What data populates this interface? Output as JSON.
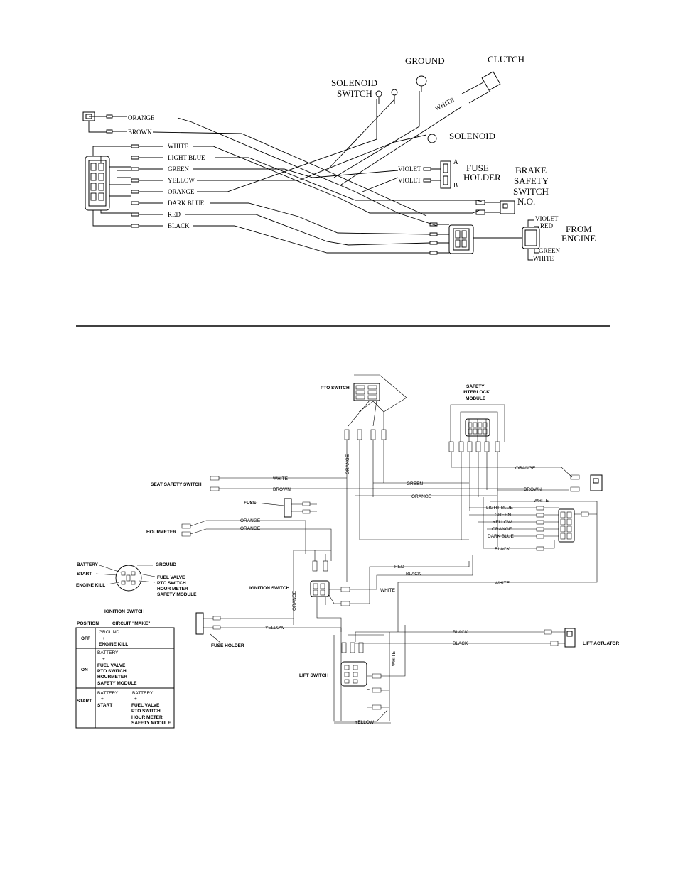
{
  "top": {
    "wires_left": [
      "ORANGE",
      "BROWN",
      "WHITE",
      "LIGHT BLUE",
      "GREEN",
      "YELLOW",
      "ORANGE",
      "DARK BLUE",
      "RED",
      "BLACK"
    ],
    "solenoid_switch": [
      "SOLENOID",
      "SWITCH"
    ],
    "ground": "GROUND",
    "clutch": "CLUTCH",
    "white_wire": "WHITE",
    "solenoid": "SOLENOID",
    "fuse_holder": [
      "FUSE",
      "HOLDER"
    ],
    "fuse_a": "A",
    "fuse_b": "B",
    "violet_1": "VIOLET",
    "violet_2": "VIOLET",
    "brake_switch": [
      "BRAKE",
      "SAFETY",
      "SWITCH",
      "N.O."
    ],
    "from_engine": [
      "FROM",
      "ENGINE"
    ],
    "engine_wires": {
      "violet": "VIOLET",
      "red": "RED",
      "green": "GREEN",
      "white": "WHITE"
    }
  },
  "bottom": {
    "pto_switch": "PTO SWITCH",
    "safety_interlock": [
      "SAFETY",
      "INTERLOCK",
      "MODULE"
    ],
    "seat_switch": "SEAT SAFETY SWITCH",
    "fuse": "FUSE",
    "hourmeter": "HOURMETER",
    "ignition_switch": "IGNITION SWITCH",
    "fuse_holder": "FUSE HOLDER",
    "lift_switch": "LIFT SWITCH",
    "lift_actuator": "LIFT ACTUATOR",
    "battery": "BATTERY",
    "start": "START",
    "engine_kill": "ENGINE KILL",
    "ground": "GROUND",
    "ign_terms": [
      "FUEL VALVE",
      "PTO SWITCH",
      "HOUR METER",
      "SAFETY MODULE"
    ],
    "wire_labels": {
      "white1": "WHITE",
      "brown1": "BROWN",
      "orange_v": "ORANGE",
      "green": "GREEN",
      "orange_mid": "ORANGE",
      "orange_r": "ORANGE",
      "brown_r": "BROWN",
      "white_r": "WHITE",
      "orange_h1": "ORANGE",
      "orange_h2": "ORANGE",
      "lightblue": "LIGHT BLUE",
      "green_r": "GREEN",
      "yellow_r": "YELLOW",
      "orange_r2": "ORANGE",
      "darkblue": "DARK BLUE",
      "black_r": "BLACK",
      "red": "RED",
      "black2": "BLACK",
      "white_ign": "WHITE",
      "white_long": "WHITE",
      "orange_ign": "ORANGE",
      "yellow_fh": "YELLOW",
      "black_la1": "BLACK",
      "black_la2": "BLACK",
      "white_lift": "WHITE",
      "yellow_bottom": "YELLOW"
    },
    "table": {
      "title": "IGNITION SWITCH",
      "col1": "POSITION",
      "col2": "CIRCUIT \"MAKE\"",
      "rows": [
        {
          "pos": "OFF",
          "lines": [
            "GROUND",
            "+",
            "ENGINE KILL"
          ]
        },
        {
          "pos": "ON",
          "lines": [
            "BATTERY",
            "+",
            "FUEL VALVE",
            "PTO SWITCH",
            "HOURMETER",
            "SAFETY MODULE"
          ]
        },
        {
          "pos": "START",
          "lines": [
            "BATTERY",
            "+",
            "START"
          ],
          "lines2": [
            "BATTERY",
            "+",
            "FUEL VALVE",
            "PTO SWITCH",
            "HOUR METER",
            "SAFETY MODULE"
          ]
        }
      ]
    }
  }
}
